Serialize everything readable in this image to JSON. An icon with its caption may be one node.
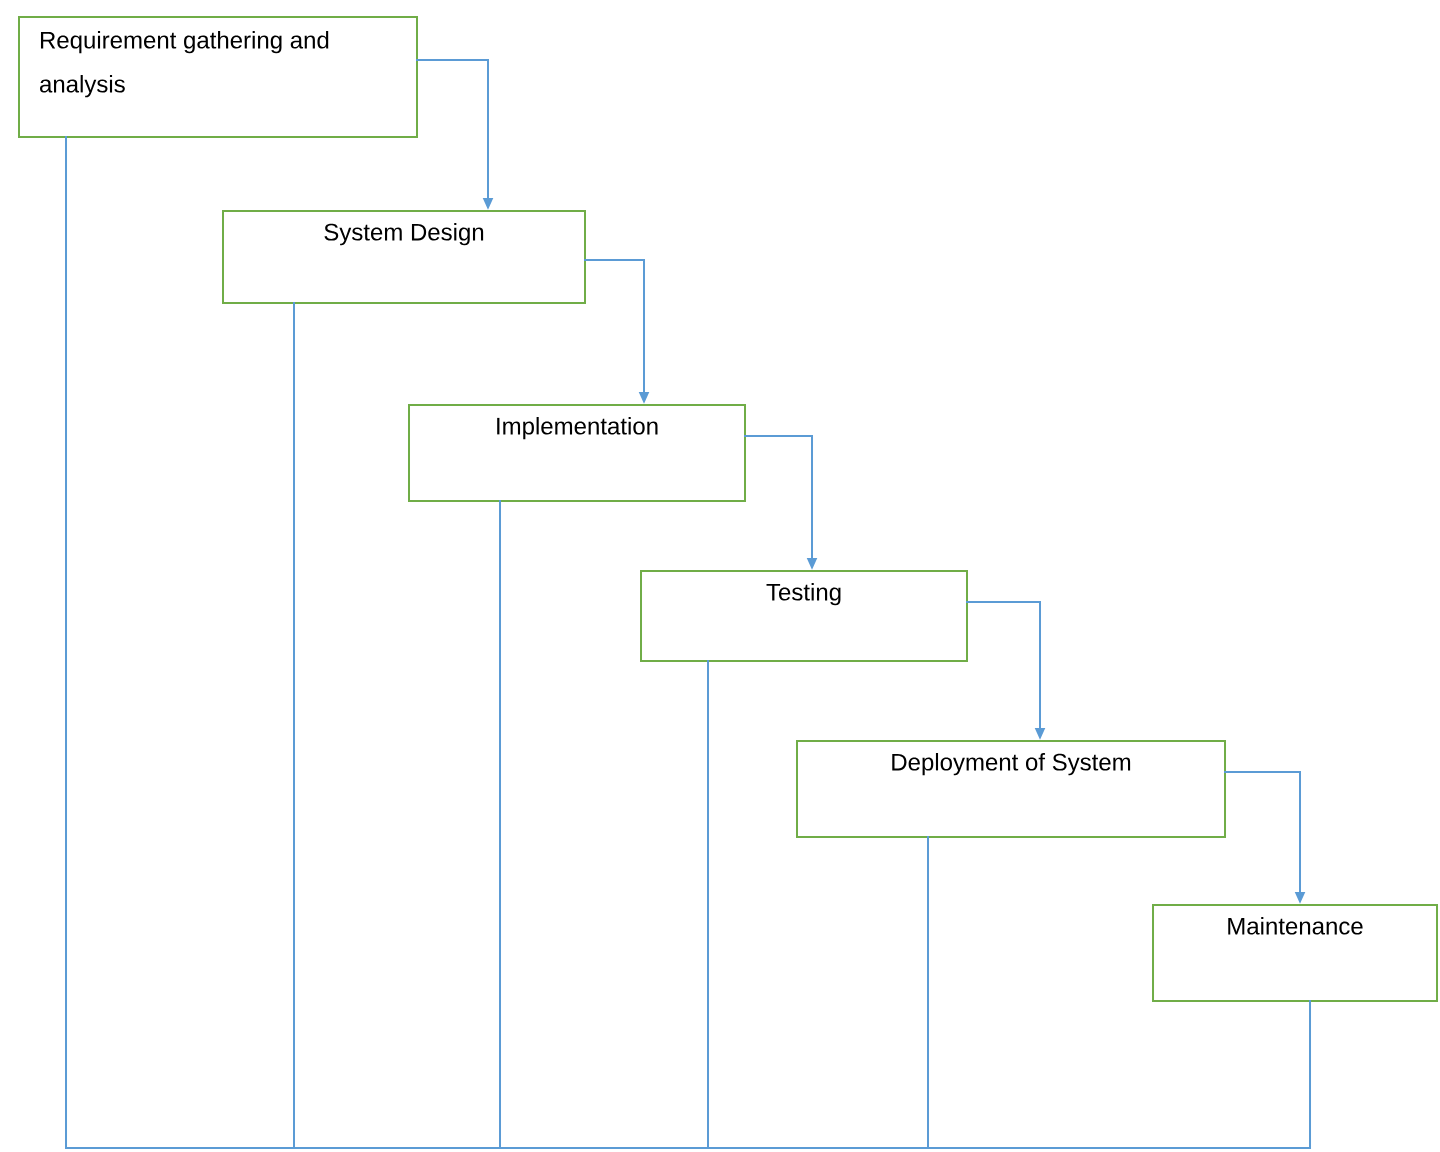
{
  "diagram": {
    "nodes": [
      {
        "text": [
          "Requirement gathering and analysis"
        ]
      },
      {
        "text": [
          "System Design"
        ]
      },
      {
        "text": [
          "Implementation"
        ]
      },
      {
        "text": [
          "Testing"
        ]
      },
      {
        "text": [
          "Deployment of System"
        ]
      },
      {
        "text": [
          "Maintenance"
        ]
      }
    ],
    "edges": [
      {
        "from": 0,
        "to": 1,
        "arrow": "to"
      },
      {
        "from": 1,
        "to": 2,
        "arrow": "to"
      },
      {
        "from": 2,
        "to": 3,
        "arrow": "to"
      },
      {
        "from": 3,
        "to": 4,
        "arrow": "to"
      },
      {
        "from": 4,
        "to": 5,
        "arrow": "to"
      },
      {
        "from": 1,
        "to": 0,
        "arrow": "none"
      },
      {
        "from": 2,
        "to": 0,
        "arrow": "none"
      },
      {
        "from": 3,
        "to": 0,
        "arrow": "none"
      },
      {
        "from": 4,
        "to": 0,
        "arrow": "none"
      },
      {
        "from": 5,
        "to": 0,
        "arrow": "none"
      }
    ]
  }
}
